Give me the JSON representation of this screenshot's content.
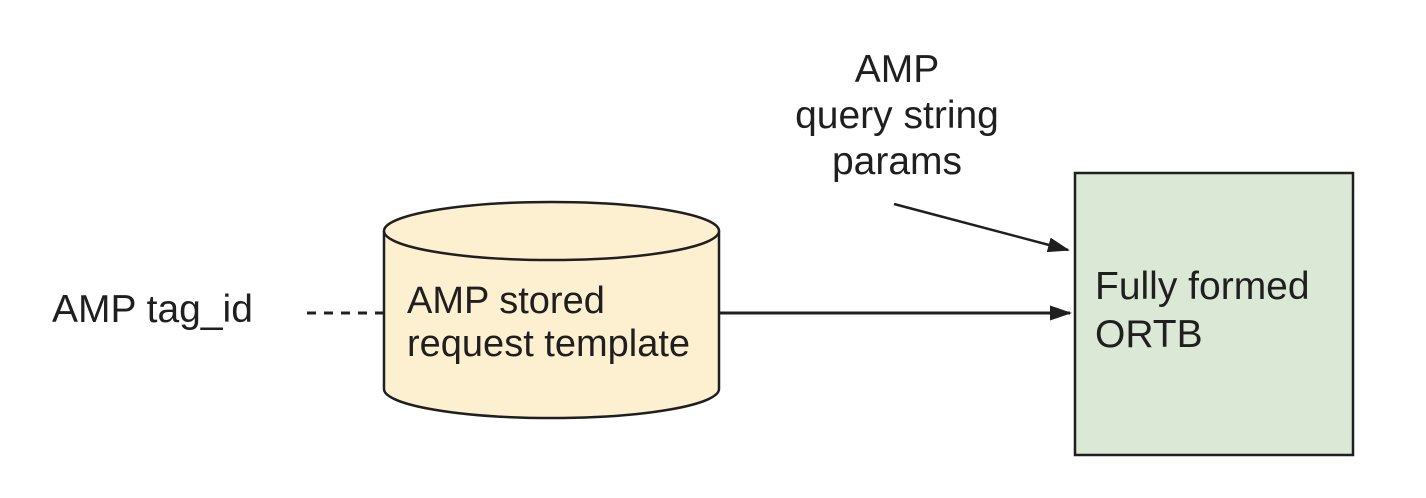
{
  "diagram": {
    "background_color": "#ffffff",
    "line_color": "#1f1f1f",
    "text_color": "#1f1f1f",
    "tag_id_label": "AMP tag_id",
    "query_params_label": {
      "lines": [
        "AMP",
        "query string",
        "params"
      ]
    },
    "stored_request_cylinder": {
      "lines": [
        "AMP stored",
        "request template"
      ],
      "fill_color": "#fdf0d1"
    },
    "ortb_box": {
      "lines": [
        "Fully formed",
        "ORTB"
      ],
      "fill_color": "#dce8d6"
    }
  }
}
